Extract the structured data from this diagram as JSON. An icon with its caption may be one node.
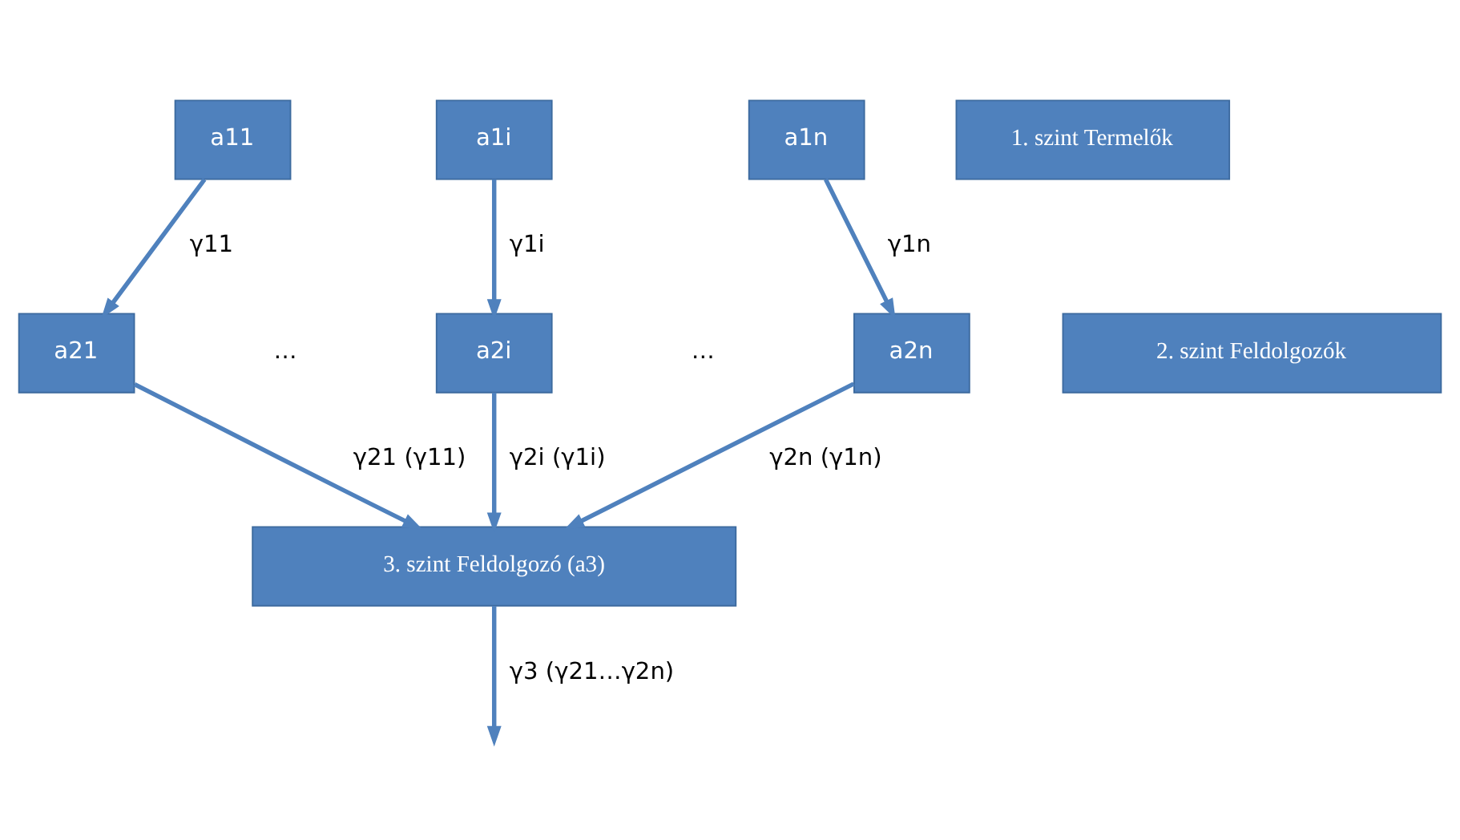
{
  "diagram": {
    "nodes": [
      {
        "text": [
          "a11"
        ]
      },
      {
        "text": [
          "a1i"
        ]
      },
      {
        "text": [
          "a1n"
        ]
      },
      {
        "text": [
          "1. szint Termelők"
        ]
      },
      {
        "text": [
          "a21"
        ]
      },
      {
        "text": [
          "a2i"
        ]
      },
      {
        "text": [
          "a2n"
        ]
      },
      {
        "text": [
          "2. szint Feldolgozók"
        ]
      },
      {
        "text": [
          "3. szint Feldolgozó (a3)"
        ]
      }
    ],
    "edges": [
      {
        "from": 0,
        "to": 4,
        "arrow": "to",
        "label": "γ11"
      },
      {
        "from": 1,
        "to": 5,
        "arrow": "to",
        "label": "γ1i"
      },
      {
        "from": 2,
        "to": 6,
        "arrow": "to",
        "label": "γ1n"
      },
      {
        "from": 4,
        "to": 8,
        "arrow": "to",
        "label": "γ21 (γ11)"
      },
      {
        "from": 5,
        "to": 8,
        "arrow": "to",
        "label": "γ2i (γ1i)"
      },
      {
        "from": 6,
        "to": 8,
        "arrow": "to",
        "label": "γ2n (γ1n)"
      },
      {
        "from": 8,
        "to": null,
        "arrow": "to",
        "label": "γ3 (γ21…γ2n)"
      }
    ],
    "labels": [
      "…",
      "…"
    ]
  }
}
